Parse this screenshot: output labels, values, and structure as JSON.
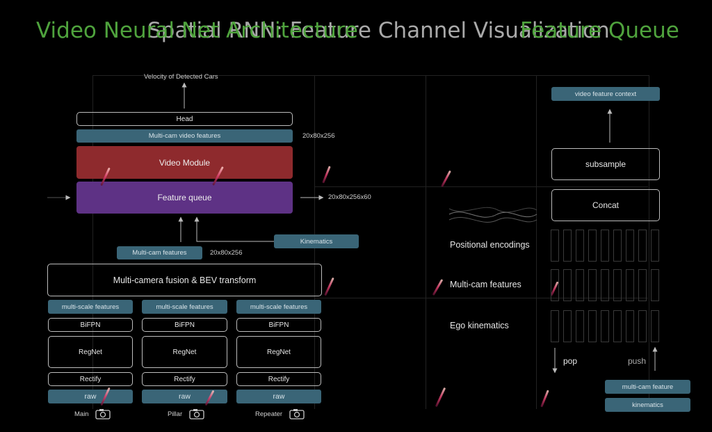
{
  "titles": {
    "t1": "Video Neural Net Architecture",
    "t2": "Spatial RNN: Feature Channel Visualization",
    "t3": "Feature Queue"
  },
  "architecture": {
    "output_label": "Velocity of Detected Cars",
    "head": "Head",
    "video_features": "Multi-cam video features",
    "video_features_dim": "20x80x256",
    "video_module": "Video Module",
    "feature_queue": "Feature queue",
    "feature_queue_dim": "20x80x256x60",
    "kinematics": "Kinematics",
    "multicam_features": "Multi-cam features",
    "multicam_features_dim": "20x80x256",
    "fusion": "Multi-camera fusion & BEV transform",
    "columns": [
      {
        "msf": "multi-scale features",
        "bifpn": "BiFPN",
        "regnet": "RegNet",
        "rectify": "Rectify",
        "raw": "raw",
        "camera": "Main"
      },
      {
        "msf": "multi-scale features",
        "bifpn": "BiFPN",
        "regnet": "RegNet",
        "rectify": "Rectify",
        "raw": "raw",
        "camera": "Pillar"
      },
      {
        "msf": "multi-scale features",
        "bifpn": "BiFPN",
        "regnet": "RegNet",
        "rectify": "Rectify",
        "raw": "raw",
        "camera": "Repeater"
      }
    ]
  },
  "queue_panel": {
    "row_labels": [
      "Positional encodings",
      "Multi-cam features",
      "Ego kinematics"
    ],
    "context": "video feature context",
    "subsample": "subsample",
    "concat": "Concat",
    "pop": "pop",
    "push": "push",
    "in_feature": "multi-cam feature",
    "in_kinematics": "kinematics"
  },
  "colors": {
    "title_green": "#4fa33d",
    "title_gray": "#a9a9a9",
    "teal": "#3a6577",
    "video_module_red": "#8e2a2d",
    "feature_queue_purple": "#5e3285"
  }
}
